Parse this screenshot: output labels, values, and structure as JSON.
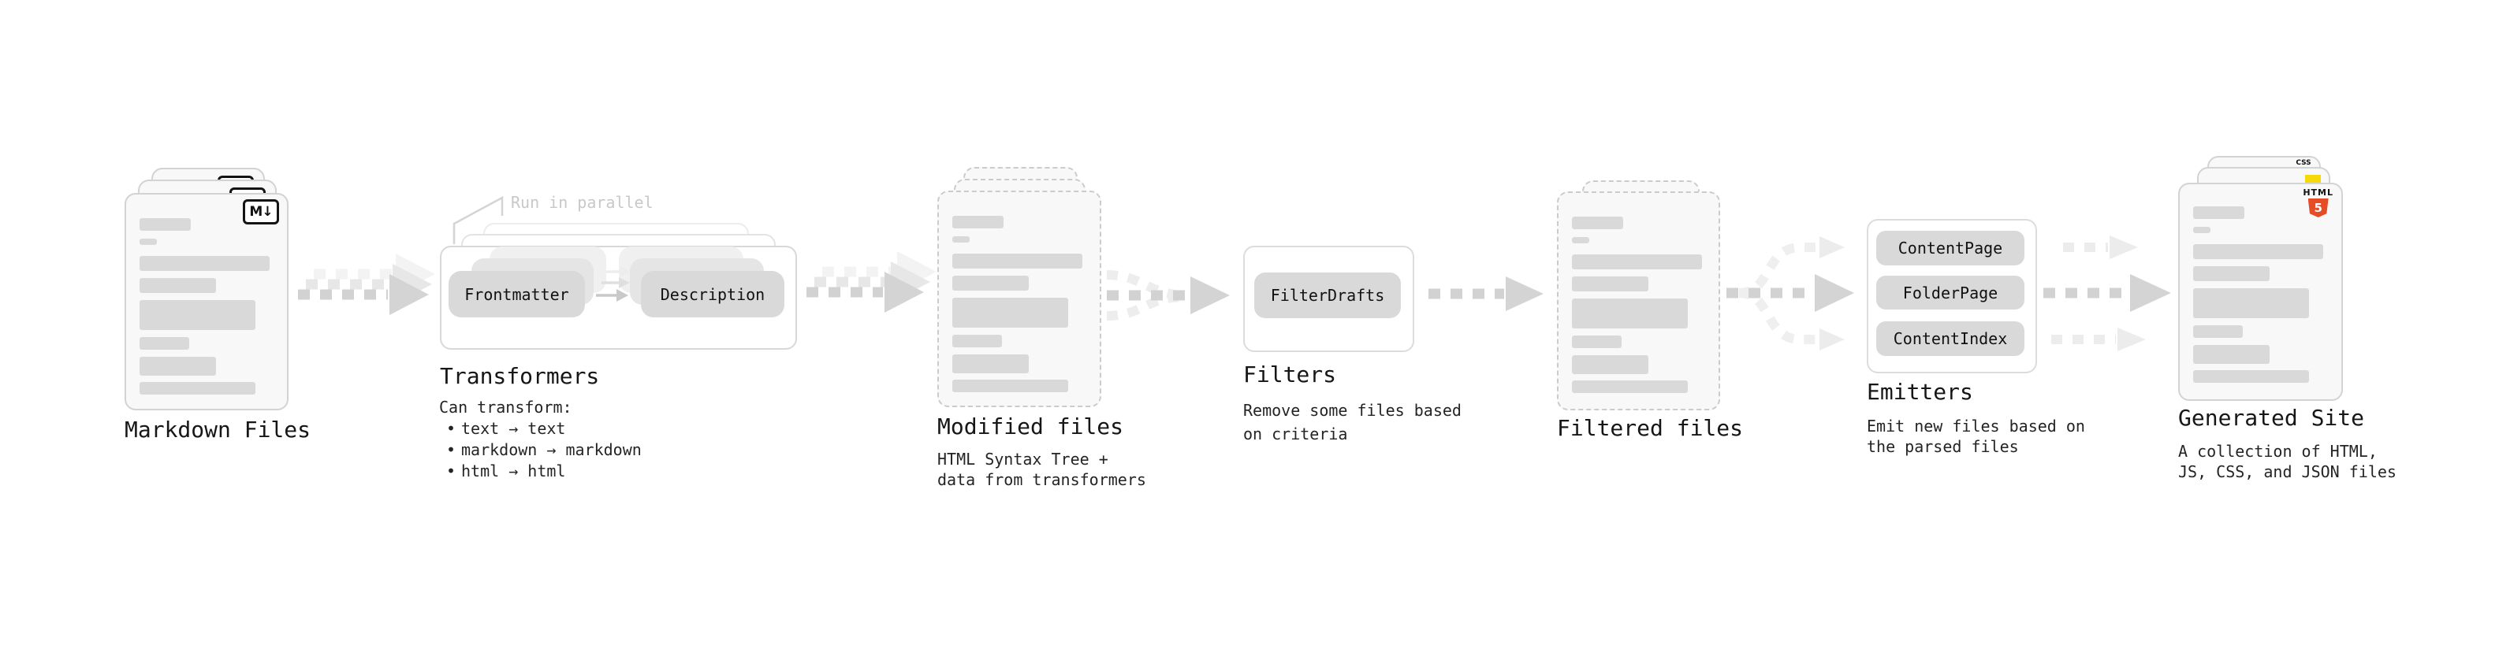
{
  "stages": {
    "markdown": {
      "title": "Markdown Files"
    },
    "transformers": {
      "title": "Transformers",
      "note": "Run in parallel",
      "steps": [
        "Frontmatter",
        "Description"
      ],
      "desc_heading": "Can transform:",
      "bullets": [
        "text → text",
        "markdown → markdown",
        "html → html"
      ]
    },
    "modified": {
      "title": "Modified files",
      "desc": [
        "HTML Syntax Tree +",
        "data from transformers"
      ]
    },
    "filters": {
      "title": "Filters",
      "pill": "FilterDrafts",
      "desc": [
        "Remove some files based",
        "on criteria"
      ]
    },
    "filtered": {
      "title": "Filtered files"
    },
    "emitters": {
      "title": "Emitters",
      "pills": [
        "ContentPage",
        "FolderPage",
        "ContentIndex"
      ],
      "desc": [
        "Emit new files based on",
        "the parsed files"
      ]
    },
    "generated": {
      "title": "Generated Site",
      "desc": [
        "A collection of HTML,",
        "JS, CSS, and JSON files"
      ]
    }
  },
  "icons": {
    "markdown_badge": "M↓",
    "html5_caption": "HTML",
    "html5_digit": "5",
    "css_caption": "CSS"
  },
  "colors": {
    "html5_orange": "#e44d26",
    "js_yellow": "#f5d90a",
    "css_blue": "#2965f1",
    "arrow_gray": "#d2d2d2",
    "pill_gray": "#d9d9d9"
  }
}
